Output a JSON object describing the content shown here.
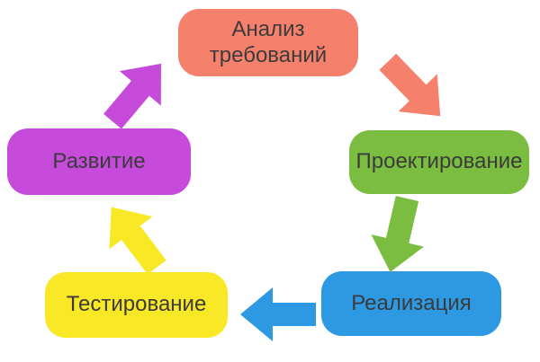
{
  "diagram": {
    "background": "#ffffff",
    "text_color": "#3b3b3b",
    "stages": [
      {
        "id": "analysis",
        "label": "Анализ требований",
        "color": "#f5816c"
      },
      {
        "id": "design",
        "label": "Проектирование",
        "color": "#7abd40"
      },
      {
        "id": "implementation",
        "label": "Реализация",
        "color": "#2d99e2"
      },
      {
        "id": "testing",
        "label": "Тестирование",
        "color": "#f9e826"
      },
      {
        "id": "evolution",
        "label": "Развитие",
        "color": "#c74bdb"
      }
    ],
    "arrows": [
      {
        "from": "analysis",
        "to": "design",
        "color": "#f5816c"
      },
      {
        "from": "design",
        "to": "implementation",
        "color": "#7abd40"
      },
      {
        "from": "implementation",
        "to": "testing",
        "color": "#2d99e2"
      },
      {
        "from": "testing",
        "to": "evolution",
        "color": "#f9e826"
      },
      {
        "from": "evolution",
        "to": "analysis",
        "color": "#c74bdb"
      }
    ]
  }
}
